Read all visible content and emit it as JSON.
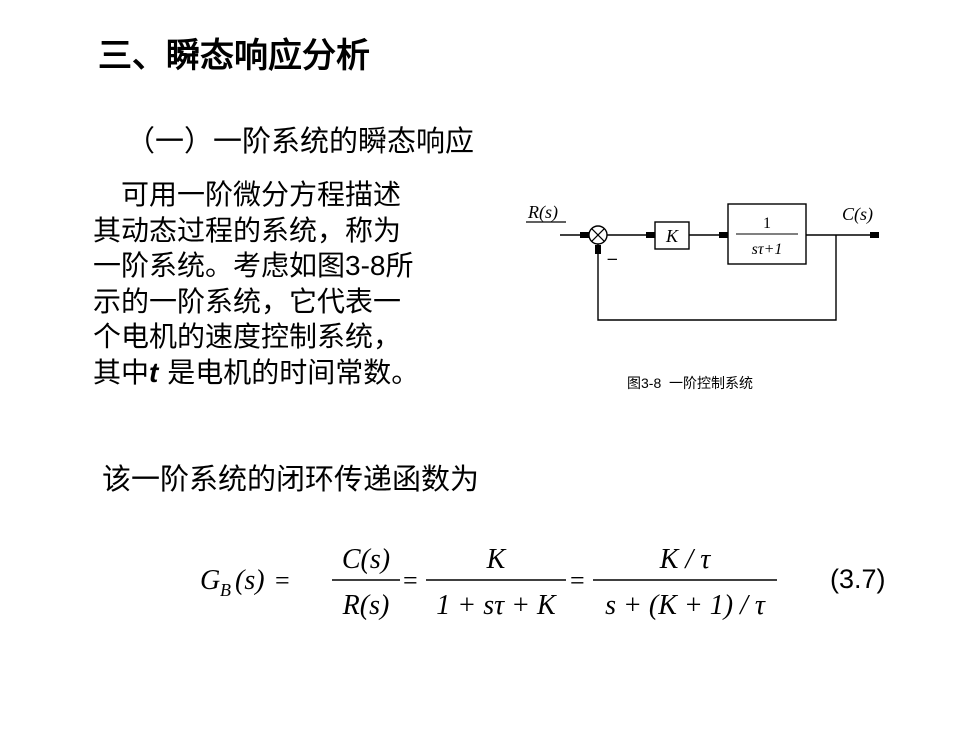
{
  "slide": {
    "title": "三、瞬态响应分析",
    "subtitle": "（一）一阶系统的瞬态响应",
    "paragraph": {
      "l1": "可用一阶微分方程描述",
      "l2": "其动态过程的系统，称为",
      "l3_a": "一阶系统。考虑如图",
      "l3_ref": "3-8",
      "l3_b": "所",
      "l4": "示的一阶系统，它代表一",
      "l5": "个电机的速度控制系统，",
      "l6_a": "其中",
      "l6_sym": "t",
      "l6_b": " 是电机的时间常数。"
    },
    "lead_text": "该一阶系统的闭环传递函数为"
  },
  "figure": {
    "caption_num": "图3-8",
    "caption_text": "一阶控制系统",
    "input_label": "R(s)",
    "output_label": "C(s)",
    "gain_label": "K",
    "tf_num": "1",
    "tf_den": "sτ+1",
    "minus_sign": "−"
  },
  "equation": {
    "lhs_G": "G",
    "lhs_sub": "B",
    "lhs_arg": "(s)",
    "eq1": "=",
    "frac1_num": "C(s)",
    "frac1_den": "R(s)",
    "eq2": "=",
    "frac2_num": "K",
    "frac2_den": "1 + sτ + K",
    "eq3": "=",
    "frac3_num": "K / τ",
    "frac3_den": "s + (K + 1) / τ",
    "number": "(3.7)"
  }
}
